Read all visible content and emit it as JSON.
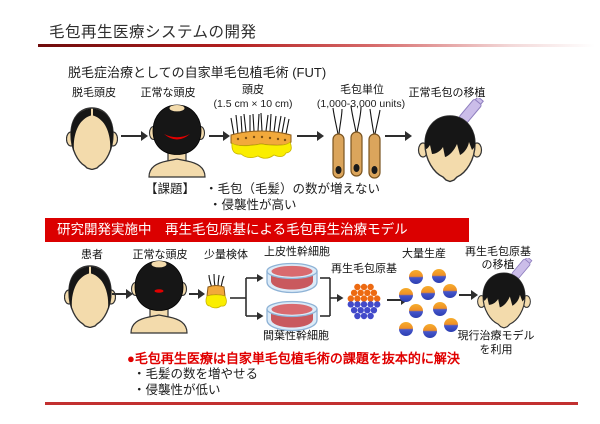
{
  "slide": {
    "title": "毛包再生医療システムの開発"
  },
  "fut": {
    "heading": "脱毛症治療としての自家単毛包植毛術 (FUT)",
    "labels": {
      "bald_scalp": "脱毛頭皮",
      "normal_scalp": "正常な頭皮",
      "scalp": "頭皮",
      "scalp_size": "(1.5 cm × 10 cm)",
      "follicular_unit": "毛包単位",
      "follicular_count": "(1,000-3,000 units)",
      "transplant": "正常毛包の移植"
    },
    "issues": {
      "title": "【課題】",
      "item1": "・毛包（毛髪）の数が増えない",
      "item2": "・侵襲性が高い"
    }
  },
  "banner": {
    "text": "研究開発実施中　再生毛包原基による毛包再生治療モデル"
  },
  "model": {
    "labels": {
      "patient": "患者",
      "normal_scalp": "正常な頭皮",
      "small_sample": "少量検体",
      "epithelial": "上皮性幹細胞",
      "mesenchymal": "間葉性幹細胞",
      "germ": "再生毛包原基",
      "mass_production": "大量生産",
      "germ_transplant_1": "再生毛包原基",
      "germ_transplant_2": "の移植",
      "current_model_1": "現行治療モデル",
      "current_model_2": "を利用"
    }
  },
  "conclusion": {
    "headline": "●毛包再生医療は自家単毛包植毛術の課題を抜本的に解決",
    "point1": "・毛髪の数を増やせる",
    "point2": "・侵襲性が低い"
  },
  "colors": {
    "accent_red": "#db0000",
    "emphasis_red": "#e00000",
    "skin": "#f3dbac",
    "germ_orange": "#ed6a12",
    "germ_blue": "#424aca"
  }
}
